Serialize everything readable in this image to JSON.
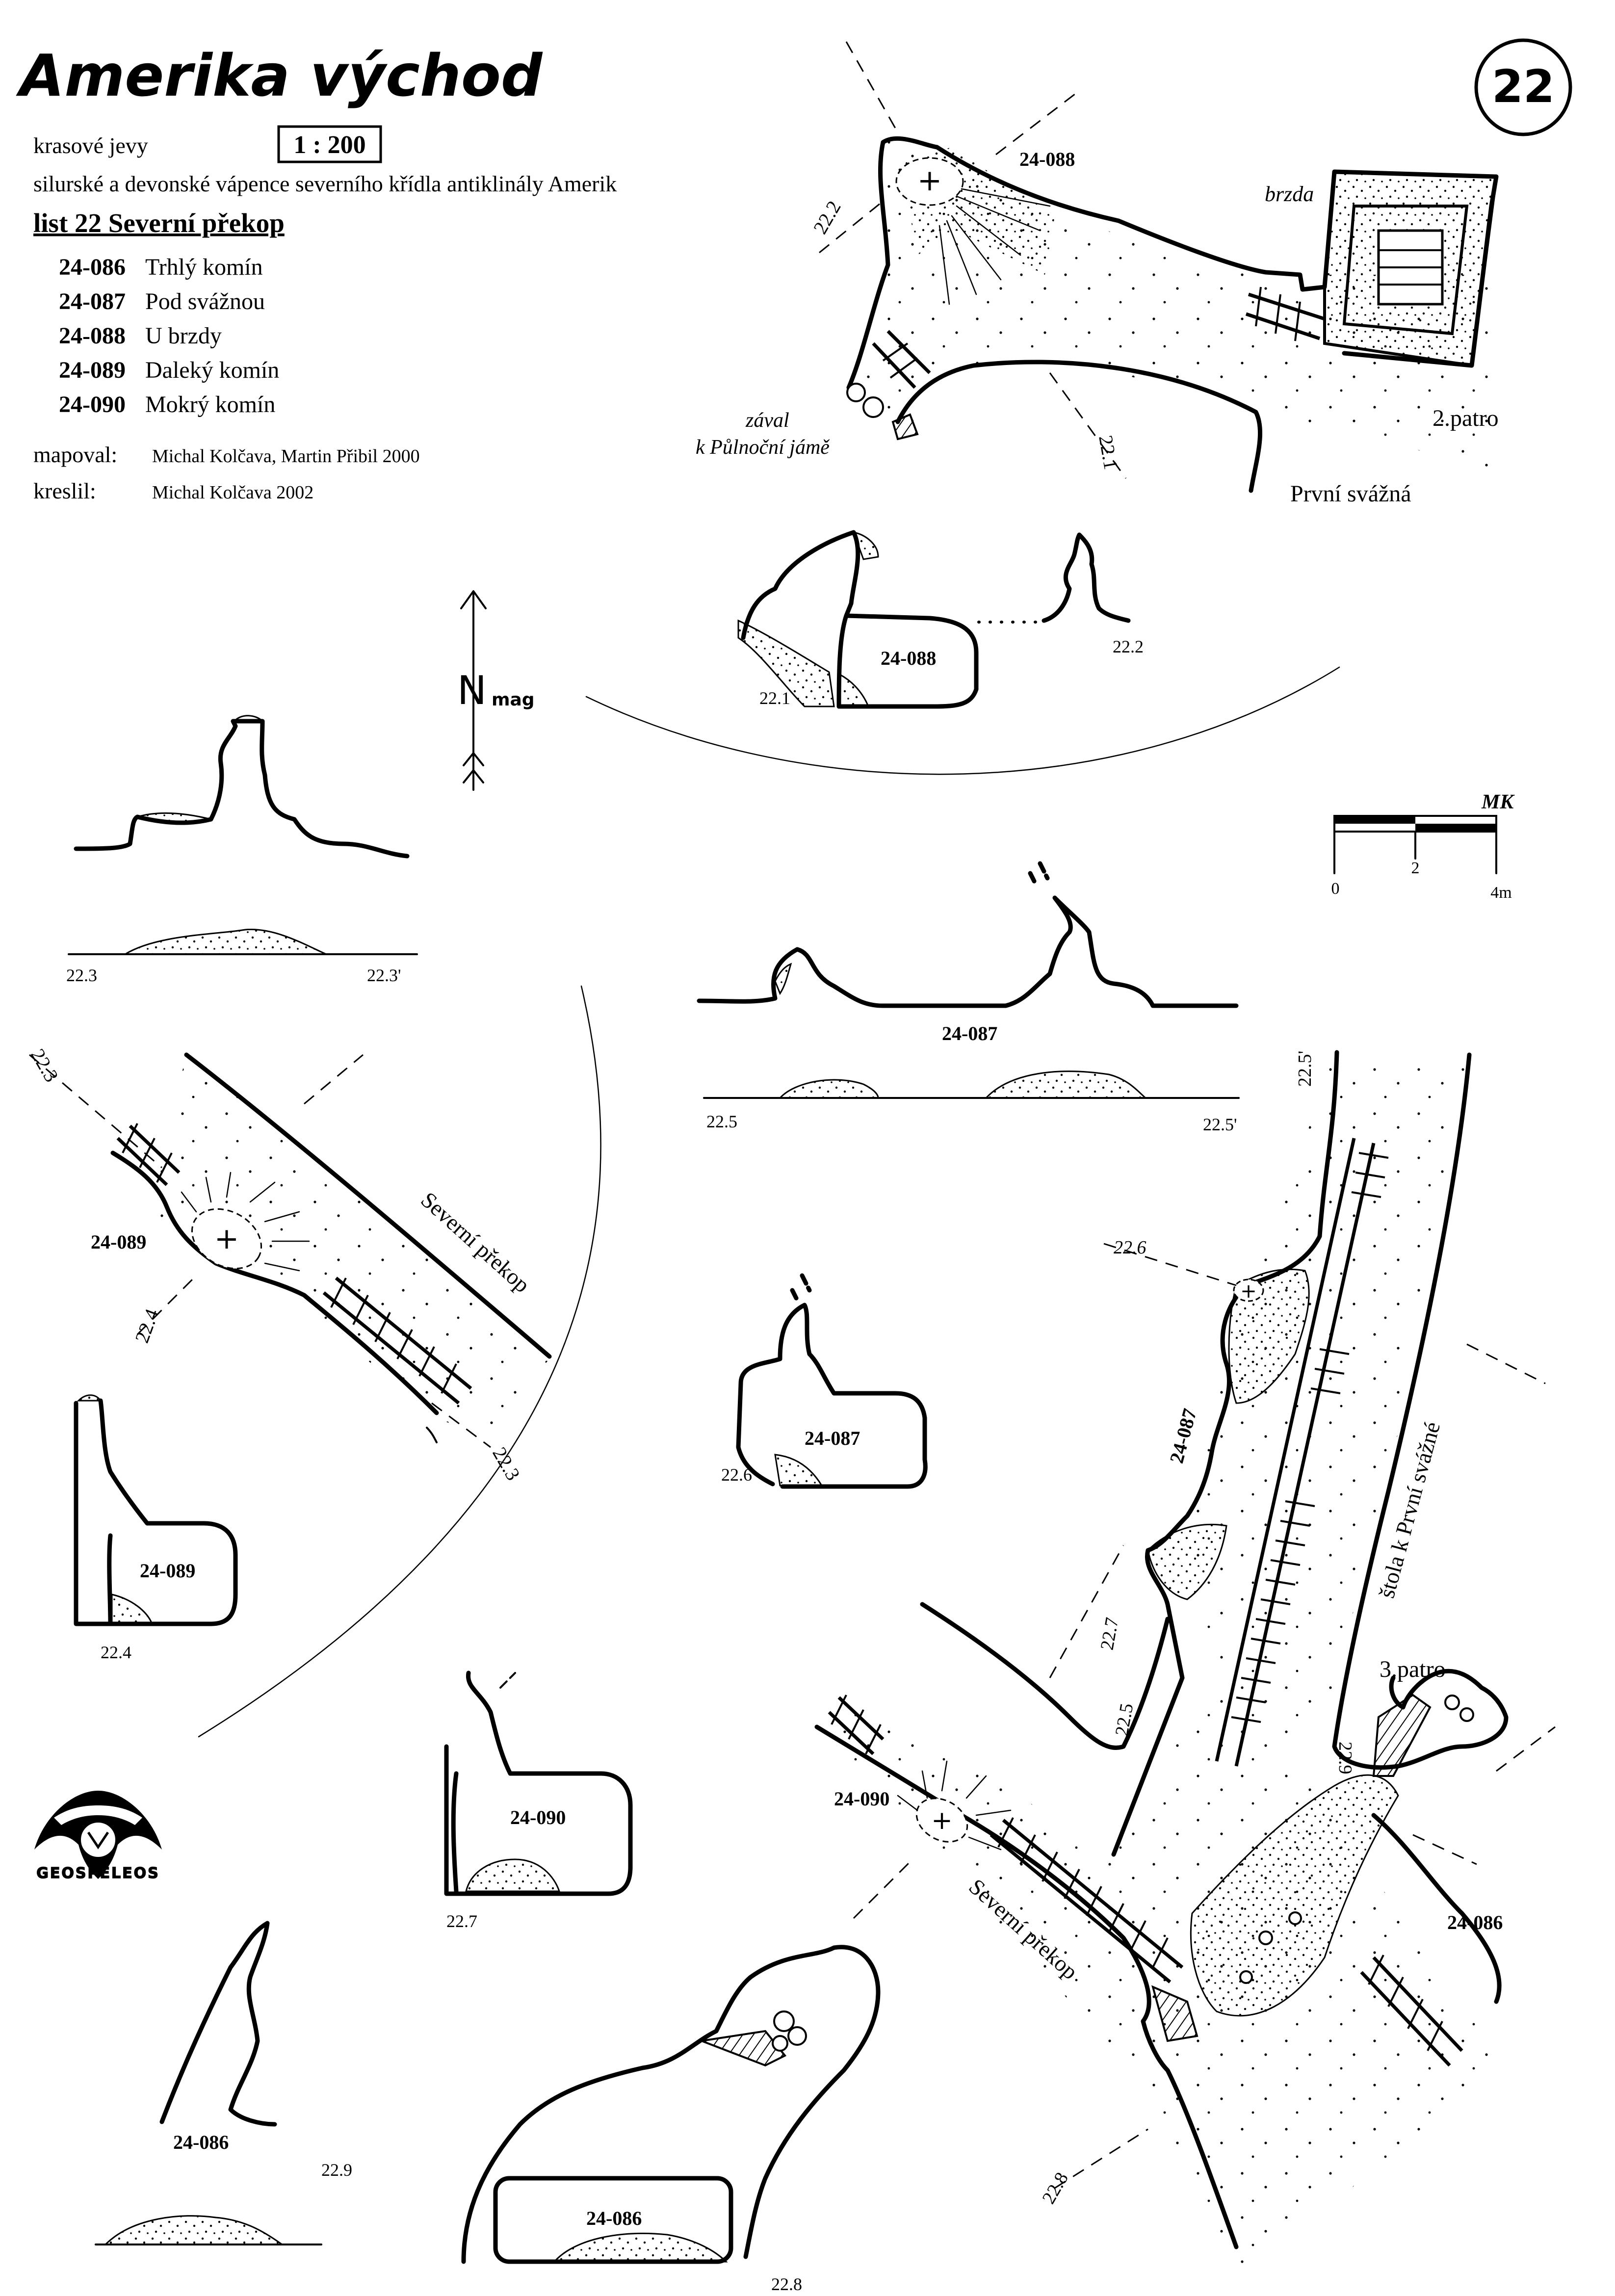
{
  "header": {
    "title": "Amerika východ",
    "sheet_number": "22",
    "subtitle": "krasové jevy",
    "scale": "1 : 200",
    "geology": "silurské a devonské vápence severního křídla antiklinály Amerik",
    "list_title": "list 22  Severní překop",
    "features": [
      {
        "code": "24-086",
        "name": "Trhlý komín"
      },
      {
        "code": "24-087",
        "name": "Pod svážnou"
      },
      {
        "code": "24-088",
        "name": "U brzdy"
      },
      {
        "code": "24-089",
        "name": "Daleký komín"
      },
      {
        "code": "24-090",
        "name": "Mokrý komín"
      }
    ],
    "mapoval_label": "mapoval:",
    "mapoval_value": "Michal Kolčava, Martin Přibil 2000",
    "kreslil_label": "kreslil:",
    "kreslil_value": "Michal Kolčava 2002"
  },
  "north_arrow": {
    "label": "N",
    "sub": "mag"
  },
  "scale_bar": {
    "ticks": [
      "0",
      "2",
      "4m"
    ],
    "signature": "MK"
  },
  "logo": {
    "text": "GEOSPELEOS",
    "icon": "geospeleos-logo-icon"
  },
  "plan_top": {
    "feature": "24-088",
    "brzda": "brzda",
    "zaval": "zával",
    "zaval_to": "k Půlnoční jámě",
    "level": "2.patro",
    "tunnel": "První svážná",
    "sec_a": "22.2",
    "sec_b": "22.1"
  },
  "sections": {
    "s_088": {
      "feature": "24-088",
      "left": "22.1",
      "right": "22.2"
    },
    "s_223": {
      "left": "22.3",
      "right": "22.3'"
    },
    "s_087": {
      "feature": "24-087",
      "left": "22.5",
      "right": "22.5'"
    },
    "s_089": {
      "feature": "24-089",
      "label": "22.4"
    },
    "s_087b": {
      "feature": "24-087",
      "label": "22.6"
    },
    "s_090": {
      "feature": "24-090",
      "label": "22.7"
    },
    "s_086a": {
      "feature": "24-086",
      "label": "22.9"
    },
    "s_086b": {
      "feature": "24-086",
      "label": "22.8"
    }
  },
  "plan_left": {
    "feature": "24-089",
    "corridor": "Severní překop",
    "sec_top": "22.3",
    "sec_bottom": "22.3",
    "sec_4": "22.4"
  },
  "plan_right": {
    "f_087": "24-087",
    "f_090": "24-090",
    "f_086": "24-086",
    "stola": "štola k První svážné",
    "level": "3.patro",
    "corridor": "Severní překop",
    "s_225p": "22.5'",
    "s_226": "22.6",
    "s_227": "22.7",
    "s_225": "22.5",
    "s_229": "22.9",
    "s_228": "22.8"
  }
}
